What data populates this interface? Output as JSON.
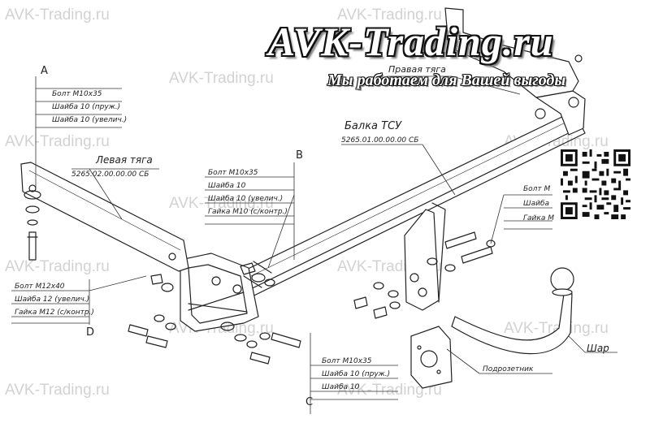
{
  "watermarks": [
    "AVK-Trading.ru"
  ],
  "brand": {
    "title": "AVK-Trading.ru",
    "slogan": "Мы работаем для Вашей выгоды"
  },
  "parts": {
    "right_rod": "Правая тяга",
    "beam": "Балка ТСУ",
    "beam_code": "5265.01.00.00.00 СБ",
    "left_rod": "Левая тяга",
    "left_rod_code": "5265.02.00.00.00 СБ",
    "ball": "Шар",
    "socket_plate": "Подрозетник"
  },
  "groups": {
    "A": {
      "letter": "A",
      "items": [
        "Болт М10х35",
        "Шайба 10 (пруж.)",
        "Шайба 10 (увелич.)"
      ]
    },
    "B": {
      "letter": "B",
      "items": [
        "Болт М10х35",
        "Шайба 10",
        "Шайба 10 (увелич.)",
        "Гайка М10 (с/контр.)"
      ]
    },
    "C": {
      "letter": "C",
      "items": [
        "Болт М10х35",
        "Шайба 10 (пруж.)",
        "Шайба 10"
      ]
    },
    "D": {
      "letter": "D",
      "items": [
        "Болт М12х40",
        "Шайба 12 (увелич.)",
        "Гайка М12 (с/контр.)"
      ]
    },
    "E": {
      "items": [
        "Болт М",
        "Шайба",
        "Гайка М"
      ]
    }
  },
  "qr": {
    "label": "QR"
  }
}
